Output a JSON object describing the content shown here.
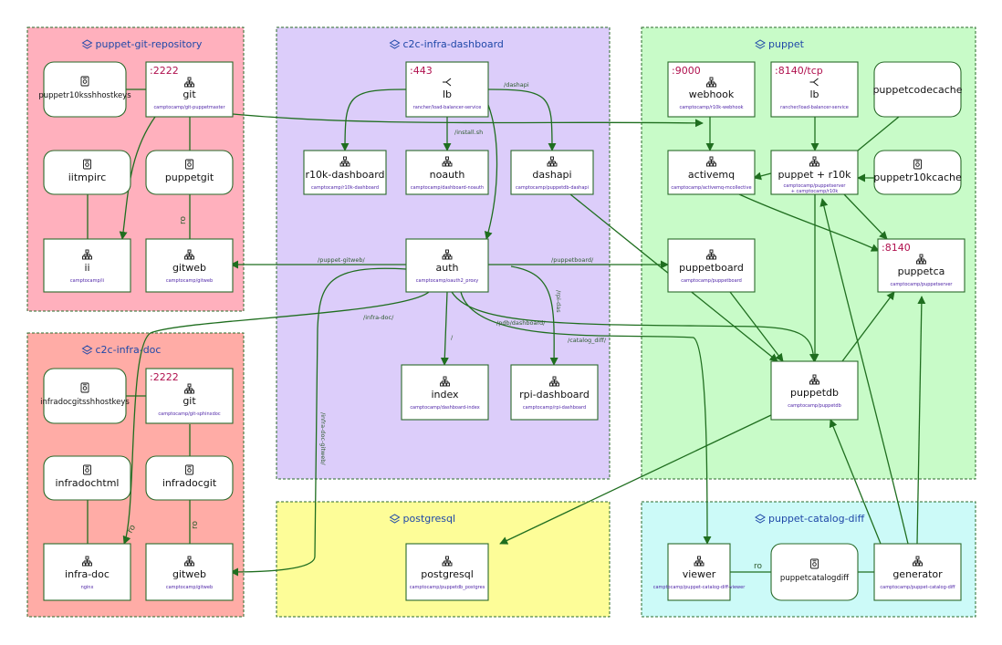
{
  "stacks": [
    {
      "id": "git",
      "title": "puppet-git-repository",
      "fill": "#ffb0bd"
    },
    {
      "id": "dash",
      "title": "c2c-infra-dashboard",
      "fill": "#dccdfa"
    },
    {
      "id": "puppet",
      "title": "puppet",
      "fill": "#c8fbc8"
    },
    {
      "id": "doc",
      "title": "c2c-infra-doc",
      "fill": "#ffaca6"
    },
    {
      "id": "pg",
      "title": "postgresql",
      "fill": "#fdfd98"
    },
    {
      "id": "pcd",
      "title": "puppet-catalog-diff",
      "fill": "#ccfaf8"
    }
  ],
  "nodes": [
    {
      "id": "g_keys",
      "kind": "volume",
      "shape": "round",
      "title": "puppetr10ksshhostkeys",
      "sub": "",
      "port": ""
    },
    {
      "id": "g_git",
      "kind": "service",
      "shape": "rect",
      "title": "git",
      "sub": "camptocamp/git-puppetmaster",
      "port": ":2222"
    },
    {
      "id": "g_iitm",
      "kind": "volume",
      "shape": "round",
      "title": "iitmpirc",
      "sub": "",
      "port": ""
    },
    {
      "id": "g_pgit",
      "kind": "volume",
      "shape": "round",
      "title": "puppetgit",
      "sub": "",
      "port": ""
    },
    {
      "id": "g_ii",
      "kind": "service",
      "shape": "rect",
      "title": "ii",
      "sub": "camptocamp/ii",
      "port": ""
    },
    {
      "id": "g_gitweb",
      "kind": "service",
      "shape": "rect",
      "title": "gitweb",
      "sub": "camptocamp/gitweb",
      "port": ""
    },
    {
      "id": "d_lb",
      "kind": "lb",
      "shape": "rect",
      "title": "lb",
      "sub": "rancher/load-balancer-service",
      "port": ":443"
    },
    {
      "id": "d_r10k",
      "kind": "service",
      "shape": "rect",
      "title": "r10k-dashboard",
      "sub": "camptocamp/r10k-dashboard",
      "port": ""
    },
    {
      "id": "d_noauth",
      "kind": "service",
      "shape": "rect",
      "title": "noauth",
      "sub": "camptocamp/dashboard-noauth",
      "port": ""
    },
    {
      "id": "d_dashapi",
      "kind": "service",
      "shape": "rect",
      "title": "dashapi",
      "sub": "camptocamp/puppetdb-dashapi",
      "port": ""
    },
    {
      "id": "d_auth",
      "kind": "service",
      "shape": "rect",
      "title": "auth",
      "sub": "camptocamp/oauth2_proxy",
      "port": ""
    },
    {
      "id": "d_index",
      "kind": "service",
      "shape": "rect",
      "title": "index",
      "sub": "camptocamp/dashboard-index",
      "port": ""
    },
    {
      "id": "d_rpi",
      "kind": "service",
      "shape": "rect",
      "title": "rpi-dashboard",
      "sub": "camptocamp/rpi-dashboard",
      "port": ""
    },
    {
      "id": "p_webhook",
      "kind": "service",
      "shape": "rect",
      "title": "webhook",
      "sub": "camptocamp/r10k-webhook",
      "port": ":9000"
    },
    {
      "id": "p_lb",
      "kind": "lb",
      "shape": "rect",
      "title": "lb",
      "sub": "rancher/load-balancer-service",
      "port": ":8140/tcp"
    },
    {
      "id": "p_codecache",
      "kind": "none",
      "shape": "round",
      "title": "puppetcodecache",
      "sub": "",
      "port": ""
    },
    {
      "id": "p_amq",
      "kind": "service",
      "shape": "rect",
      "title": "activemq",
      "sub": "camptocamp/activemq-mcollective",
      "port": ""
    },
    {
      "id": "p_puppet",
      "kind": "service",
      "shape": "rect",
      "title": "puppet + r10k",
      "sub": "camptocamp/puppetserver",
      "sub2": "+ camptocamp/r10k",
      "port": ""
    },
    {
      "id": "p_r10kcache",
      "kind": "volume",
      "shape": "round",
      "title": "puppetr10kcache",
      "sub": "",
      "port": ""
    },
    {
      "id": "p_board",
      "kind": "service",
      "shape": "rect",
      "title": "puppetboard",
      "sub": "camptocamp/puppetboard",
      "port": ""
    },
    {
      "id": "p_ca",
      "kind": "service",
      "shape": "rect",
      "title": "puppetca",
      "sub": "camptocamp/puppetserver",
      "port": ":8140"
    },
    {
      "id": "p_db",
      "kind": "service",
      "shape": "rect",
      "title": "puppetdb",
      "sub": "camptocamp/puppetdb",
      "port": ""
    },
    {
      "id": "c_keys",
      "kind": "volume",
      "shape": "round",
      "title": "infradocgitsshhostkeys",
      "sub": "",
      "port": ""
    },
    {
      "id": "c_git",
      "kind": "service",
      "shape": "rect",
      "title": "git",
      "sub": "camptocamp/git-sphinxdoc",
      "port": ":2222"
    },
    {
      "id": "c_html",
      "kind": "volume",
      "shape": "round",
      "title": "infradochtml",
      "sub": "",
      "port": ""
    },
    {
      "id": "c_dgit",
      "kind": "volume",
      "shape": "round",
      "title": "infradocgit",
      "sub": "",
      "port": ""
    },
    {
      "id": "c_infradoc",
      "kind": "service",
      "shape": "rect",
      "title": "infra-doc",
      "sub": "nginx",
      "port": ""
    },
    {
      "id": "c_gitweb",
      "kind": "service",
      "shape": "rect",
      "title": "gitweb",
      "sub": "camptocamp/gitweb",
      "port": ""
    },
    {
      "id": "pg_db",
      "kind": "service",
      "shape": "rect",
      "title": "postgresql",
      "sub": "camptocamp/puppetdb_postgres",
      "port": ""
    },
    {
      "id": "cd_viewer",
      "kind": "service",
      "shape": "rect",
      "title": "viewer",
      "sub": "camptocamp/puppet-catalog-diff-viewer",
      "port": ""
    },
    {
      "id": "cd_vol",
      "kind": "volume",
      "shape": "round",
      "title": "puppetcatalogdiff",
      "sub": "",
      "port": ""
    },
    {
      "id": "cd_gen",
      "kind": "service",
      "shape": "rect",
      "title": "generator",
      "sub": "camptocamp/puppet-catalog-diff",
      "port": ""
    }
  ],
  "edge_labels": {
    "dashapi": "/dashapi",
    "install": "/install.sh",
    "gitweb": "/puppet-gitweb/",
    "infradoc": "/infra-doc/",
    "puppetboard": "/puppetboard/",
    "rpi": "/rpi-das",
    "pdb": "/pdb/dashboard/",
    "catalog": "/catalog_diff/",
    "root": "/",
    "docgitweb": "/infra-doc-gitweb/"
  },
  "ro_label": "ro",
  "colors": {
    "edge": "#1f6e1f",
    "border": "#2a6a2a",
    "node_fill": "#ffffff"
  }
}
